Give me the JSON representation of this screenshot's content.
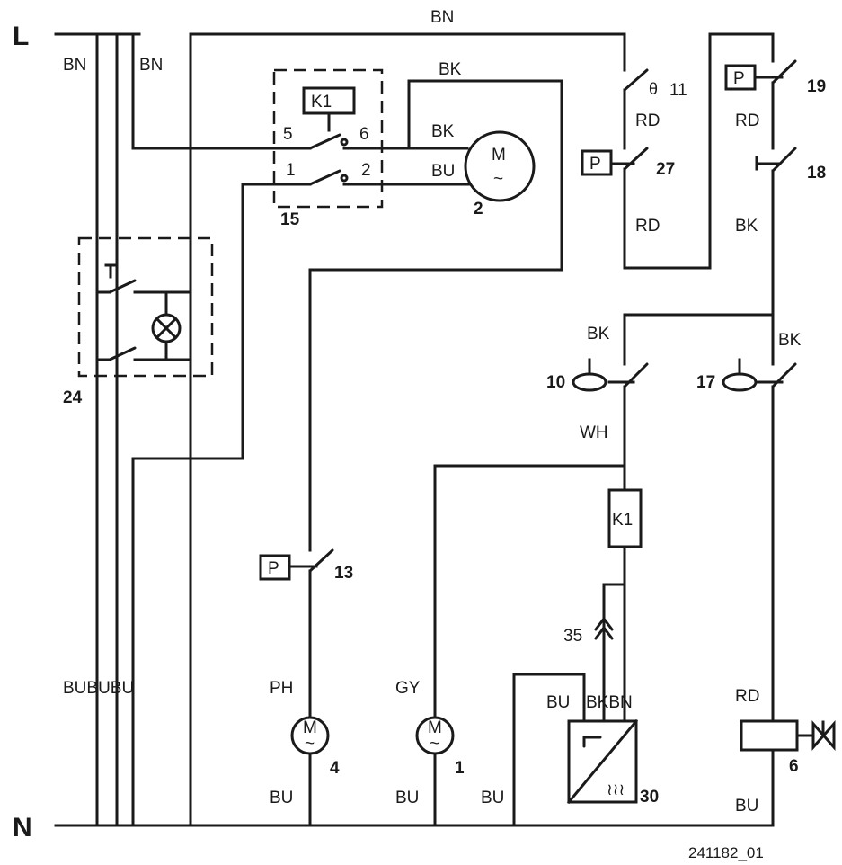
{
  "rails": {
    "line": "L",
    "neutral": "N"
  },
  "wire_labels": {
    "bn_top": "BN",
    "bn_left_1": "BN",
    "bn_left_2": "BN",
    "bk_motor_top": "BK",
    "bk_motor": "BK",
    "bu_motor": "BU",
    "rd_11": "RD",
    "rd_27": "RD",
    "rd_19": "RD",
    "bk_18": "BK",
    "bk_10": "BK",
    "bk_17": "BK",
    "wh_10": "WH",
    "bububu": "BUBUBU",
    "ph_4": "PH",
    "gy_1": "GY",
    "bu_30": "BU",
    "bkbn_30": "BKBN",
    "rd_6": "RD",
    "bu_4": "BU",
    "bu_1": "BU",
    "bu_mid": "BU",
    "bu_6": "BU"
  },
  "components": {
    "c1": "1",
    "c2": "2",
    "c4": "4",
    "c6": "6",
    "c10": "10",
    "c11": "11",
    "c13": "13",
    "c15": "15",
    "c17": "17",
    "c18": "18",
    "c19": "19",
    "c24": "24",
    "c27": "27",
    "c30": "30",
    "c35": "35"
  },
  "relay": {
    "coil_label": "K1",
    "contact_box_label": "K1",
    "pin5": "5",
    "pin6": "6",
    "pin1": "1",
    "pin2": "2"
  },
  "symbols": {
    "motor": "M",
    "tilde": "~",
    "pressure": "P",
    "theta": "θ",
    "heater": "≀≀≀"
  },
  "figure_id": "241182_01"
}
